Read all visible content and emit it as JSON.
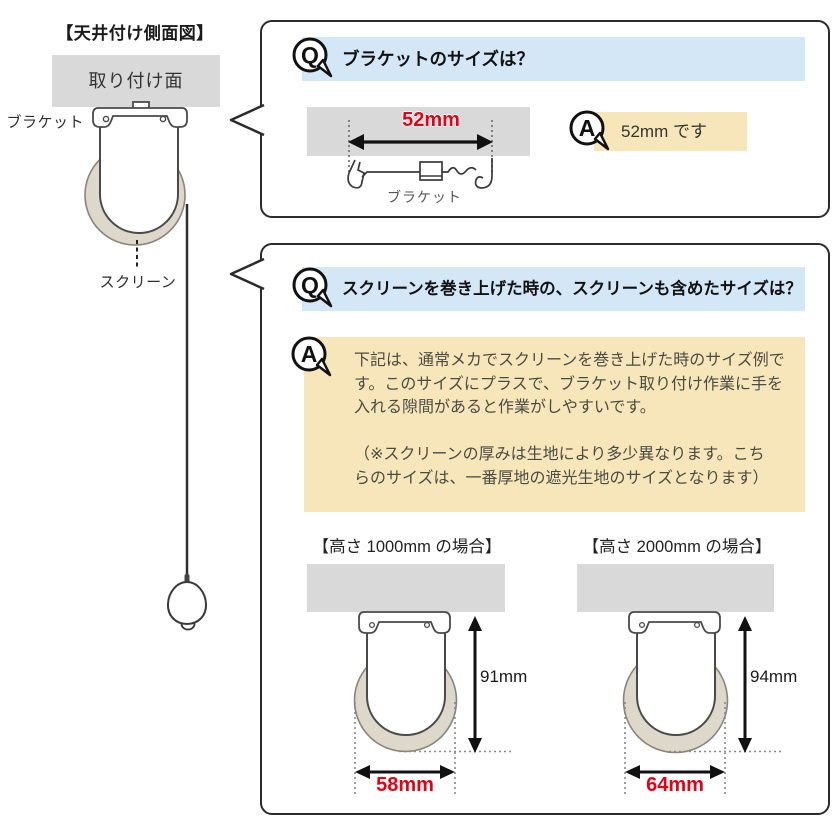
{
  "colors": {
    "panel_gray": "#d9d9d9",
    "screen_roll_beige": "#ddd8ca",
    "question_banner_blue": "#d3e7f7",
    "answer_banner_beige": "#f8e6bb",
    "dimension_red": "#e60013",
    "box_border": "#2b2b2b"
  },
  "left_figure": {
    "title": "【天井付け側面図】",
    "mount_surface_label": "取り付け面",
    "bracket_label": "ブラケット",
    "screen_label": "スクリーン"
  },
  "qa_top": {
    "q_icon": "Q",
    "a_icon": "A",
    "question": "ブラケットのサイズは？",
    "dim_width": "52mm",
    "bracket_caption": "ブラケット",
    "answer": "52mm です"
  },
  "qa_bottom": {
    "q_icon": "Q",
    "a_icon": "A",
    "question": "スクリーンを巻き上げた時の、スクリーンも含めたサイズは？",
    "answer_text": "下記は、通常メカでスクリーンを巻き上げた時のサイズ例で\nす。このサイズにプラスで、ブラケット取り付け作業に手を\n入れる隙間があると作業がしやすいです。\n\n（※スクリーンの厚みは生地により多少異なります。こち\nらのサイズは、一番厚地の遮光生地のサイズとなります）",
    "case_1000": {
      "title": "【高さ 1000mm の場合】",
      "height_dim": "91mm",
      "width_dim": "58mm"
    },
    "case_2000": {
      "title": "【高さ 2000mm の場合】",
      "height_dim": "94mm",
      "width_dim": "64mm"
    }
  }
}
